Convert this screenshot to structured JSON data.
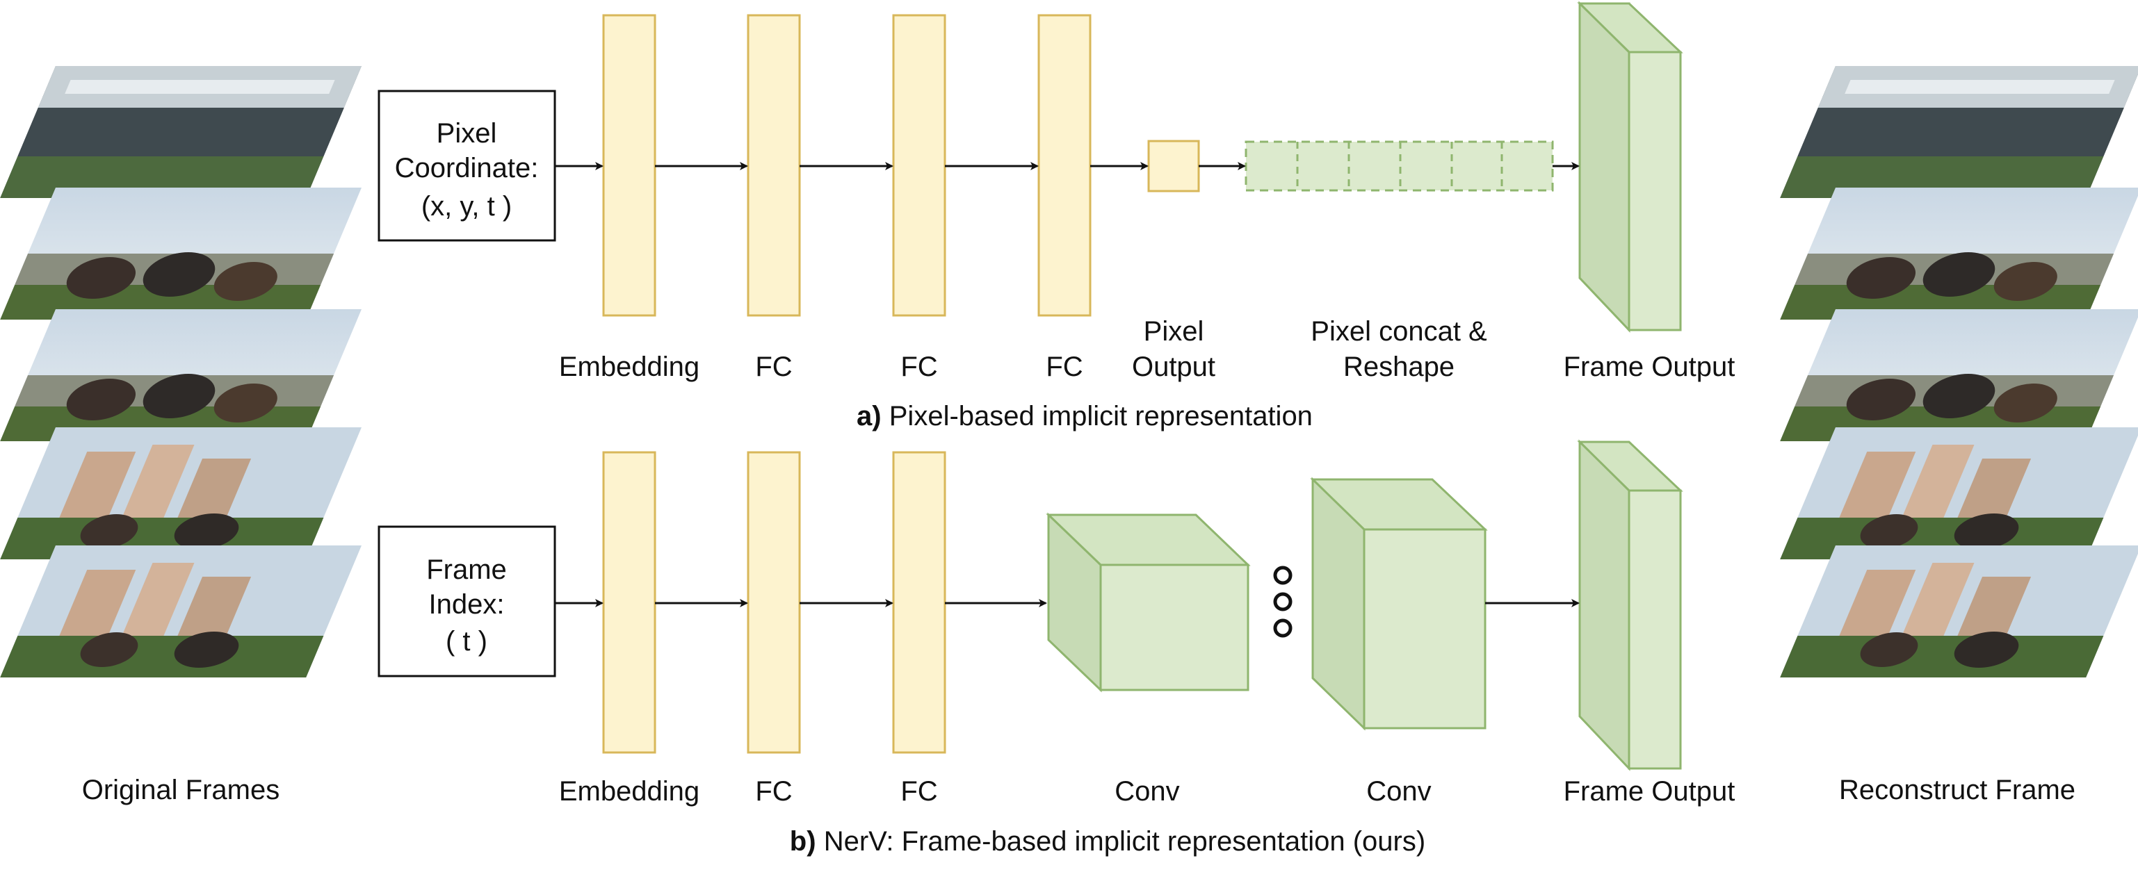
{
  "colors": {
    "layer_fill": "#fdf3cf",
    "layer_stroke": "#d8b75a",
    "box_fill_light": "#dceacd",
    "box_fill_side": "#c7dbb5",
    "box_fill_top": "#d3e5c2",
    "box_stroke": "#8fb56e",
    "arrow": "#111111"
  },
  "left_column": {
    "caption": "Original Frames"
  },
  "right_column": {
    "caption": "Reconstruct Frame"
  },
  "diagram_a": {
    "input_box": [
      "Pixel",
      "Coordinate:",
      "(x, y, t )"
    ],
    "labels": {
      "embedding": "Embedding",
      "fc1": "FC",
      "fc2": "FC",
      "fc3": "FC",
      "pixel_output": [
        "Pixel",
        "Output"
      ],
      "pixel_concat": [
        "Pixel concat &",
        "Reshape"
      ],
      "frame_output": "Frame Output"
    },
    "caption_prefix": "a)",
    "caption_text": "Pixel-based implicit representation"
  },
  "diagram_b": {
    "input_box": [
      "Frame",
      "Index:",
      "( t )"
    ],
    "labels": {
      "embedding": "Embedding",
      "fc1": "FC",
      "fc2": "FC",
      "conv1": "Conv",
      "conv2": "Conv",
      "frame_output": "Frame Output"
    },
    "caption_prefix": "b)",
    "caption_text": "NerV: Frame-based implicit representation (ours)"
  }
}
